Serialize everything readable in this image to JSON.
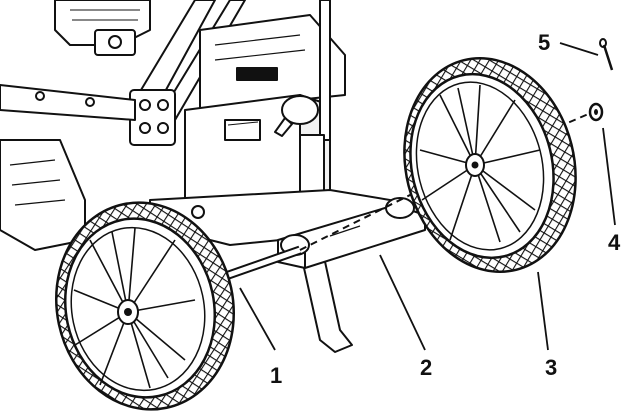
{
  "diagram": {
    "callouts": [
      {
        "id": "1",
        "label": "1"
      },
      {
        "id": "2",
        "label": "2"
      },
      {
        "id": "3",
        "label": "3"
      },
      {
        "id": "4",
        "label": "4"
      },
      {
        "id": "5",
        "label": "5"
      }
    ],
    "colors": {
      "ink": "#111111",
      "paper": "#ffffff",
      "shade": "#d8d8d8",
      "tread": "#2a2a2a"
    },
    "icons": {
      "wheel": "spoked-wheel-icon",
      "axle": "axle-icon",
      "bracket": "axle-bracket-icon",
      "washer": "washer-icon",
      "pin": "cotter-pin-icon"
    }
  }
}
